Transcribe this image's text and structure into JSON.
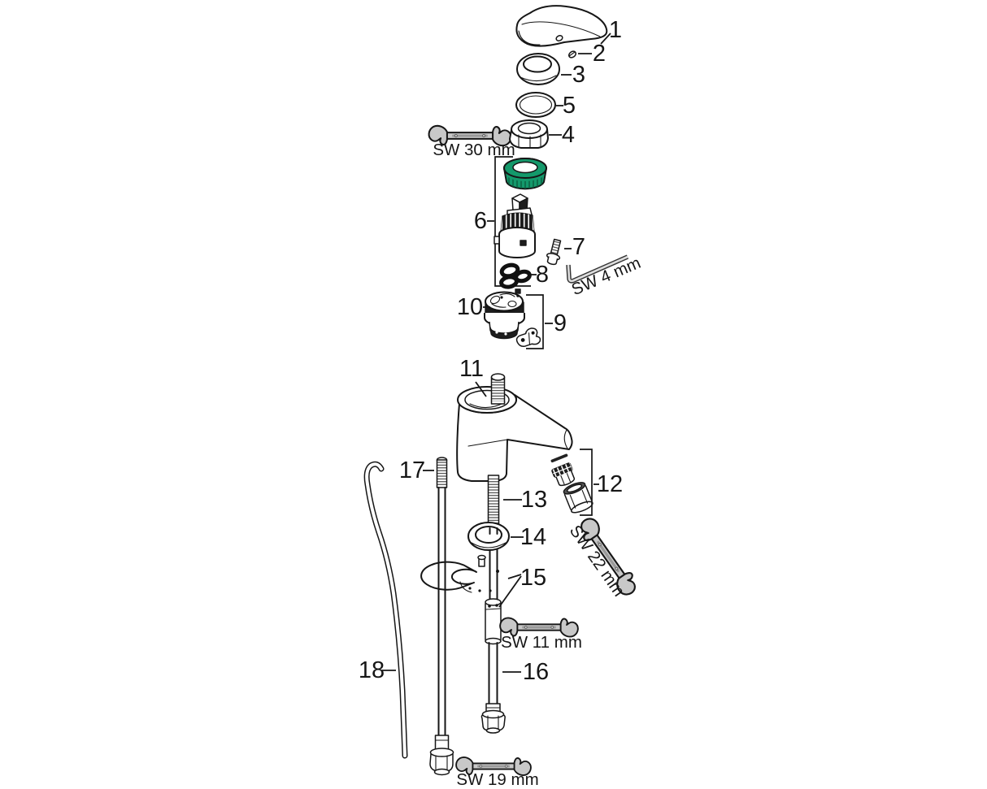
{
  "diagram": {
    "colors": {
      "background": "#ffffff",
      "line": "#161616",
      "wrench_fill": "#c8c8c8",
      "wrench_inset": "#9a9a9a",
      "accent_green": "#14996b",
      "dark_fill": "#1d1d1d"
    },
    "part_labels": {
      "p1": "1",
      "p2": "2",
      "p3": "3",
      "p4": "4",
      "p5": "5",
      "p6": "6",
      "p7": "7",
      "p8": "8",
      "p9": "9",
      "p10": "10",
      "p11": "11",
      "p12": "12",
      "p13": "13",
      "p14": "14",
      "p15": "15",
      "p16": "16",
      "p17": "17",
      "p18": "18"
    },
    "tool_labels": {
      "sw30": "SW 30 mm",
      "sw4": "SW 4 mm",
      "sw22": "SW 22 mm",
      "sw11": "SW 11 mm",
      "sw19": "SW 19 mm"
    }
  }
}
